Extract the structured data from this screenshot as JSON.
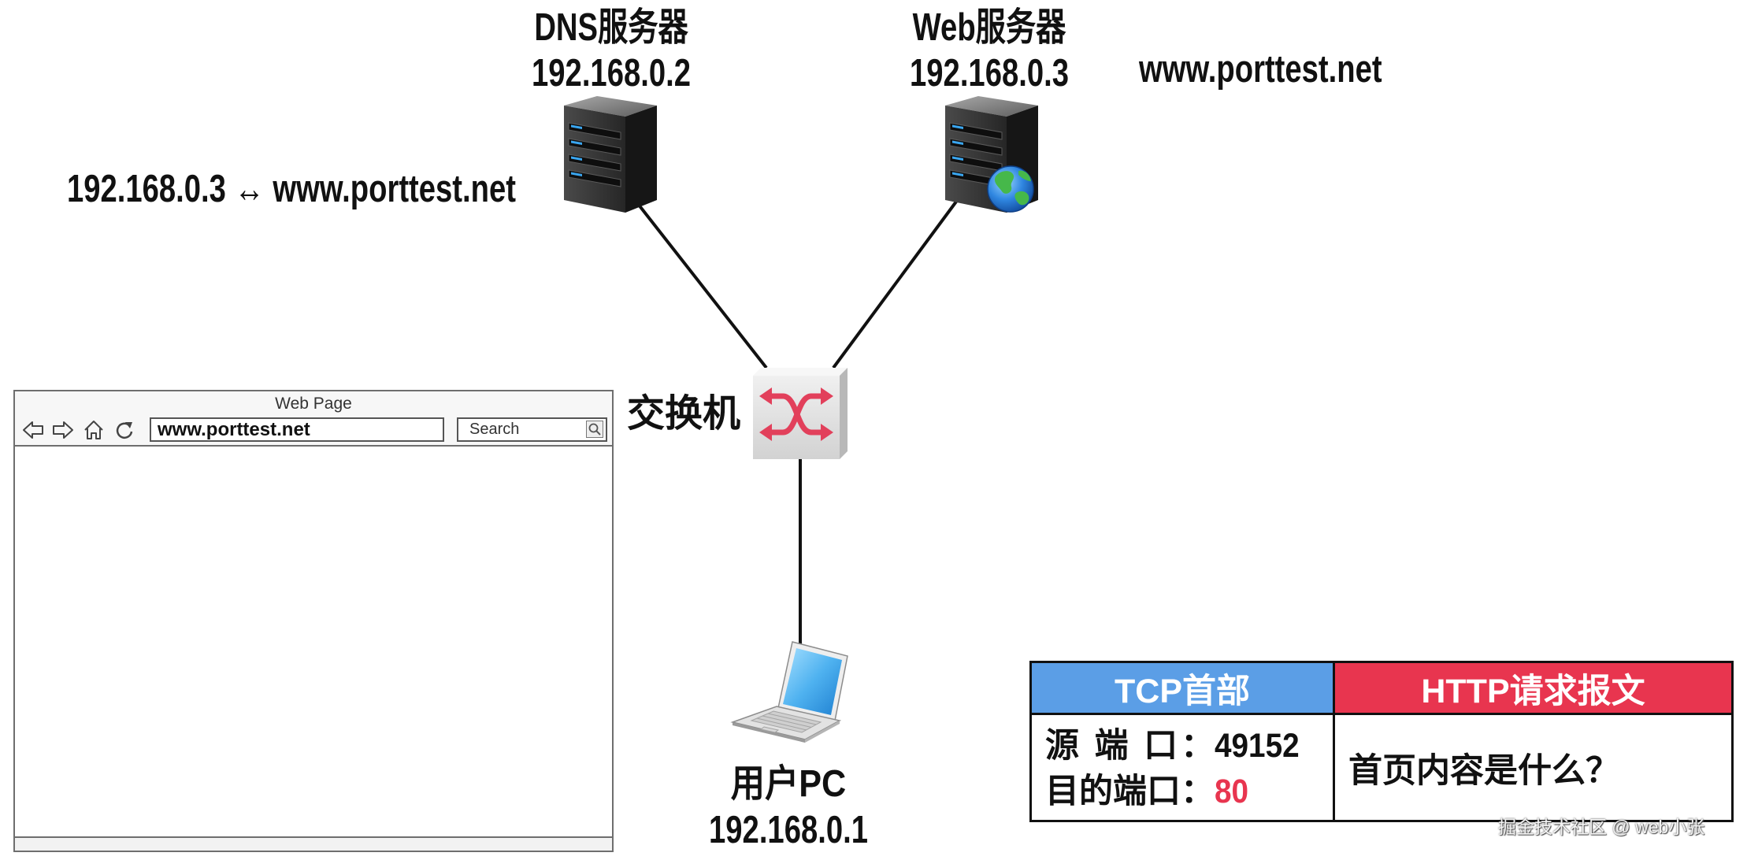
{
  "diagram": {
    "dns_server": {
      "title": "DNS服务器",
      "ip": "192.168.0.2",
      "record": "192.168.0.3 ↔ www.porttest.net",
      "icon": "server-tower-icon"
    },
    "web_server": {
      "title": "Web服务器",
      "ip": "192.168.0.3",
      "domain": "www.porttest.net",
      "icon": "web-server-globe-icon"
    },
    "switch": {
      "label": "交换机",
      "icon": "network-switch-icon"
    },
    "client": {
      "label": "用户PC",
      "ip": "192.168.0.1",
      "icon": "laptop-icon"
    }
  },
  "browser": {
    "title": "Web Page",
    "address": "www.porttest.net",
    "search_placeholder": "Search",
    "nav_icons": [
      "back-arrow-icon",
      "forward-arrow-icon",
      "home-icon",
      "reload-icon"
    ],
    "search_icon": "magnifier-icon"
  },
  "packet": {
    "tcp_header": {
      "title": "TCP首部",
      "rows": [
        {
          "label": "源 端 口：",
          "value": "49152"
        },
        {
          "label": "目的端口：",
          "value": "80"
        }
      ]
    },
    "http_request": {
      "title": "HTTP请求报文",
      "content": "首页内容是什么？"
    }
  },
  "colors": {
    "tcp_header_bg": "#5b9ee6",
    "http_header_bg": "#e8354f",
    "dest_port_highlight": "#e8354f",
    "link_line": "#111111"
  },
  "watermark": "掘金技术社区 @ web小张"
}
